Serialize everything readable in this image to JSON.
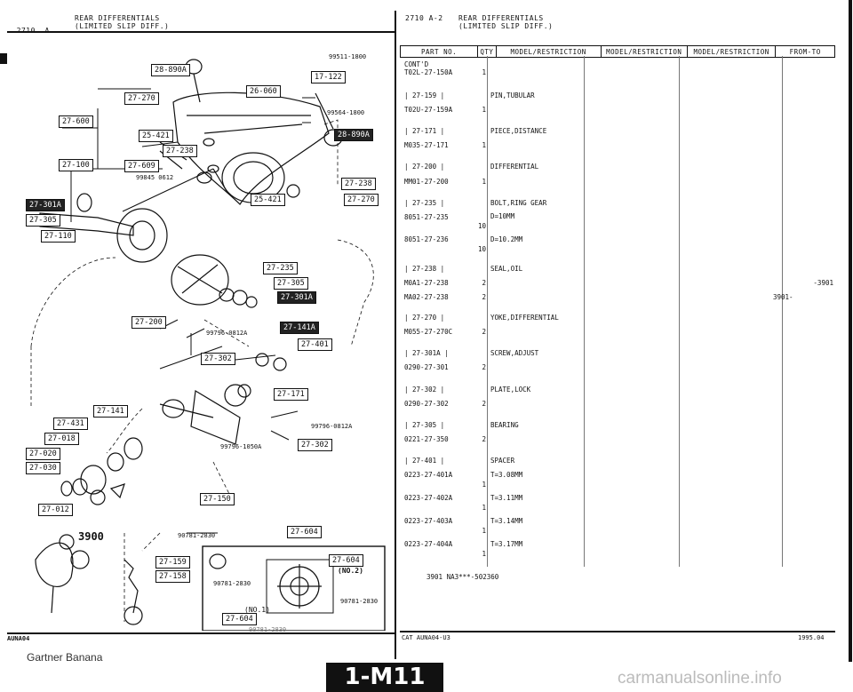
{
  "left_header": {
    "code": "2710  A",
    "title": "REAR DIFFERENTIALS",
    "subtitle": "(LIMITED SLIP DIFF.)"
  },
  "right_header": {
    "code": "2710 A-2",
    "title": "REAR DIFFERENTIALS",
    "subtitle": "(LIMITED SLIP DIFF.)"
  },
  "diagram": {
    "tags": {
      "t1": "28-890A",
      "t2": "17-122",
      "t3": "27-270",
      "t4": "26-060",
      "t5": "27-600",
      "t6": "25-421",
      "t7": "28-890A",
      "t8": "27-238",
      "t9": "27-100",
      "t10": "27-609",
      "t11": "27-238",
      "t12": "27-301A",
      "t13": "25-421",
      "t14": "27-270",
      "t15": "27-305",
      "t16": "27-110",
      "t17": "27-235",
      "t18": "27-305",
      "t19": "27-301A",
      "t20": "27-200",
      "t21": "27-141A",
      "t22": "27-401",
      "t23": "27-302",
      "t24": "27-171",
      "t25": "27-141",
      "t26": "27-431",
      "t27": "27-018",
      "t28": "27-302",
      "t29": "27-020",
      "t30": "27-030",
      "t31": "27-150",
      "t32": "27-012",
      "t33": "27-604",
      "t34": "27-159",
      "t35": "27-158",
      "t36": "27-604",
      "t37": "27-604"
    },
    "numbers": {
      "n1": "99511-1800",
      "n2": "99564-1800",
      "n3": "99845 0612",
      "n4": "99796-0812A",
      "n5": "99796-0812A",
      "n6": "99796-1050A",
      "n7": "90781-2830",
      "n8": "90781-2830",
      "n9": "90781-2830",
      "n10": "3900",
      "n11": "(NO.2)",
      "n12": "(NO.1)",
      "n13": "90781-2830"
    },
    "footer_code": "AUNA04"
  },
  "table": {
    "headers": [
      "PART NO.",
      "QTY",
      "MODEL/RESTRICTION",
      "MODEL/RESTRICTION",
      "MODEL/RESTRICTION",
      "FROM-TO"
    ],
    "rows": [
      {
        "box": "CONT'D",
        "pn": "T02L-27-150A",
        "qty": "1",
        "desc": "",
        "frm": ""
      },
      {
        "box": "| 27-159 |",
        "pn": "T02U-27-159A",
        "qty": "1",
        "desc": "PIN,TUBULAR",
        "frm": ""
      },
      {
        "box": "| 27-171 |",
        "pn": "M035-27-171",
        "qty": "1",
        "desc": "PIECE,DISTANCE",
        "frm": ""
      },
      {
        "box": "| 27-200 |",
        "pn": "MM01-27-200",
        "qty": "1",
        "desc": "DIFFERENTIAL",
        "frm": ""
      },
      {
        "box": "| 27-235 |",
        "pn": "8051-27-235",
        "qty": "10",
        "desc": "BOLT,RING GEAR",
        "frm": ""
      },
      {
        "box": "",
        "pn": "",
        "qty": "",
        "desc": "D=10MM",
        "frm": ""
      },
      {
        "box": "",
        "pn": "8051-27-236",
        "qty": "10",
        "desc": "D=10.2MM",
        "frm": ""
      },
      {
        "box": "| 27-238 |",
        "pn": "M0A1-27-238",
        "qty": "2",
        "desc": "SEAL,OIL",
        "frm": "-3901"
      },
      {
        "box": "",
        "pn": "MA02-27-238",
        "qty": "2",
        "desc": "",
        "frm": "3901-"
      },
      {
        "box": "| 27-270 |",
        "pn": "M055-27-270C",
        "qty": "2",
        "desc": "YOKE,DIFFERENTIAL",
        "frm": ""
      },
      {
        "box": "| 27-301A |",
        "pn": "0290-27-301",
        "qty": "2",
        "desc": "SCREW,ADJUST",
        "frm": ""
      },
      {
        "box": "| 27-302 |",
        "pn": "0290-27-302",
        "qty": "2",
        "desc": "PLATE,LOCK",
        "frm": ""
      },
      {
        "box": "| 27-305 |",
        "pn": "0221-27-350",
        "qty": "2",
        "desc": "BEARING",
        "frm": ""
      },
      {
        "box": "| 27-401 |",
        "pn": "0223-27-401A",
        "qty": "1",
        "desc": "SPACER",
        "frm": ""
      },
      {
        "box": "",
        "pn": "",
        "qty": "",
        "desc": "T=3.08MM",
        "frm": ""
      },
      {
        "box": "",
        "pn": "0223-27-402A",
        "qty": "1",
        "desc": "T=3.11MM",
        "frm": ""
      },
      {
        "box": "",
        "pn": "0223-27-403A",
        "qty": "1",
        "desc": "T=3.14MM",
        "frm": ""
      },
      {
        "box": "",
        "pn": "0223-27-404A",
        "qty": "1",
        "desc": "T=3.17MM",
        "frm": ""
      }
    ],
    "note": "3901 NA3***-502360"
  },
  "footer": {
    "cat": "CAT  AUNA04-U3",
    "year": "1995.04"
  },
  "watermark_left": "Gartner Banana",
  "page_banner": "1-M11",
  "watermark_right": "carmanualsonline.info"
}
